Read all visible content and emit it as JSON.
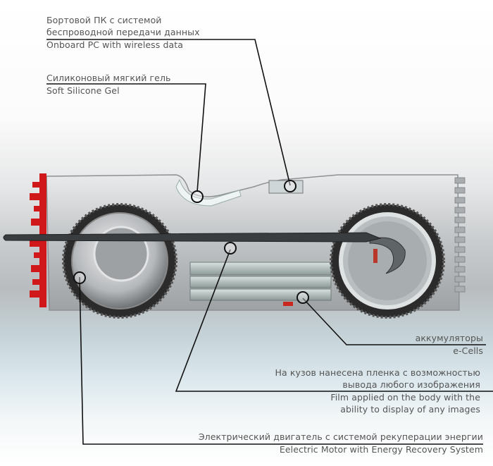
{
  "colors": {
    "leader_line": "#111111",
    "label_text": "#555555",
    "accent_red": "#d0181a",
    "body_silver": "#c8cacc",
    "tire_dark": "#2a2a2a"
  },
  "labels": {
    "onboard_pc": {
      "ru_line1": "Бортовой ПК с системой",
      "ru_line2": "беспроводной передачи данных",
      "en": "Onboard PC with wireless data"
    },
    "silicone_gel": {
      "ru": "Силиконовый мягкий гель",
      "en": "Soft Silicone Gel"
    },
    "e_cells": {
      "ru": "аккумуляторы",
      "en": "e-Cells"
    },
    "film": {
      "ru_line1": "На кузов нанесена пленка с возможностью",
      "ru_line2": "вывода любого изображения",
      "en_line1": "Film applied on the body with the",
      "en_line2": "ability to display of any images"
    },
    "motor": {
      "ru": "Электрический двигатель с системой рекуперации энергии",
      "en": "Eelectric Motor with Energy Recovery System"
    }
  }
}
